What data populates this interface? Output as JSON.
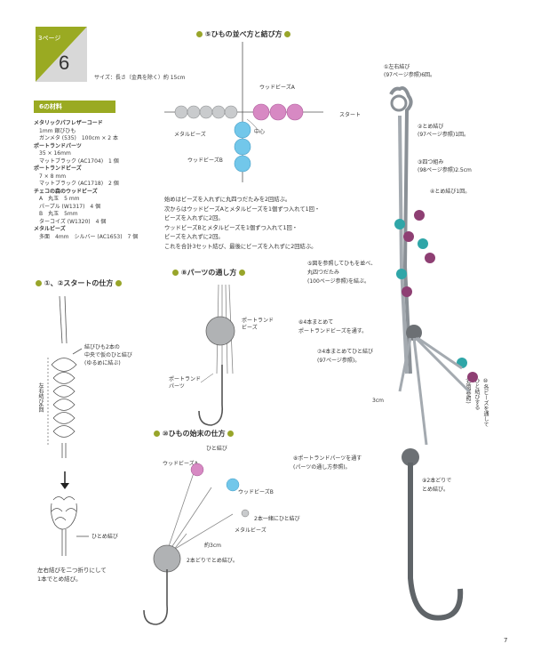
{
  "header": {
    "page_label": "3ページ",
    "number": "6",
    "size_note": "サイズ：長さ（金具を除く）約 15cm"
  },
  "materials": {
    "title": "6の材料",
    "lines": [
      {
        "text": "メタリックパフレザーコード",
        "bold": true
      },
      {
        "text": "1mm 銀びひも",
        "bold": false
      },
      {
        "text": "ガンメタ (535)　100cm × 2 本",
        "bold": false
      },
      {
        "text": "ポートランドパーツ",
        "bold": true
      },
      {
        "text": "35 × 16mm",
        "bold": false
      },
      {
        "text": "マットブラック (AC1704)　1 個",
        "bold": false
      },
      {
        "text": "ポートランドビーズ",
        "bold": true
      },
      {
        "text": "7 × 8 mm",
        "bold": false
      },
      {
        "text": "マットブラック (AC1718)　2 個",
        "bold": false
      },
      {
        "text": "チェコの森のウッドビーズ",
        "bold": true
      },
      {
        "text": "A　丸玉　5 mm",
        "bold": false
      },
      {
        "text": "パープル (W1317)　4 個",
        "bold": false
      },
      {
        "text": "B　丸玉　5mm",
        "bold": false
      },
      {
        "text": "ターコイズ (W1320)　4 個",
        "bold": false
      },
      {
        "text": "メタルビーズ",
        "bold": true
      },
      {
        "text": "多面　4mm　シルバー (AC1653)　7 個",
        "bold": false
      }
    ]
  },
  "sec_start": {
    "title": "①、②スタートの仕方",
    "note1": "結びひも2本の\n中央で仮のひと結び\n(ゆるめに結ぶ)",
    "side_label": "左右結び6回",
    "tie_label": "ひとめ結び",
    "bottom_note": "左右結びを二つ折りにして\n1本でとめ結び。"
  },
  "sec_arrange": {
    "title": "⑤ひもの並べ方と結び方",
    "wood_a": "ウッドビーズA",
    "metal": "メタルビーズ",
    "center": "中心",
    "wood_b": "ウッドビーズB",
    "desc": "始めはビーズを入れずに丸四つだたみを2回結ぶ。\n次からはウッドビーズAとメタルビーズを1個ずつ入れて1回・\nビーズを入れずに2回。\nウッドビーズBとメタルビーズを1個ずつ入れて1回・\nビーズを入れずに2回。\nこれを合計3セット結び、最後にビーズを入れずに2回結ぶ。"
  },
  "sec_parts": {
    "title": "⑧パーツの通し方",
    "bead": "ポートランド\nビーズ",
    "parts": "ポートランド\nパーツ"
  },
  "sec_end": {
    "title": "⑩ひもの始末の仕方",
    "knot": "ひと結び",
    "wood_a": "ウッドビーズA",
    "wood_b": "ウッドビーズB",
    "together": "2本一緒にひと結び",
    "metal": "メタルビーズ",
    "length": "約3cm",
    "final": "2本どりでとめ結び。"
  },
  "steps": {
    "s1": "①左右結び\n(97ページ参照)6回。",
    "start": "スタート",
    "s2": "②とめ結び\n(97ページ参照)1回。",
    "s3": "③四つ組み\n(98ページ参照)2.5cm",
    "s4": "④とめ結び1回。",
    "s5": "⑤図を参照してひもを並べ、\n丸四つだたみ\n(100ページ参照)を結ぶ。",
    "s6": "⑥4本まとめて\nポートランドビーズを通す。",
    "s7": "⑦4本まとめてひと結び\n(97ページ参照)。",
    "dim": "3cm",
    "s8": "⑧ポートランドパーツを通す\n(パーツの通し方参照)。",
    "s9": "⑨2本どりで\nとめ結び。",
    "s10": "⑩各ビーズを通して\nひと結びする\n(左図参照)"
  },
  "page_number": "7",
  "colors": {
    "accent": "#98a52a",
    "purple": "#8e3f73",
    "turquoise": "#2fa6a8",
    "metal": "#b7b9bb",
    "cord": "#9aa0a6",
    "dark": "#555b60"
  }
}
